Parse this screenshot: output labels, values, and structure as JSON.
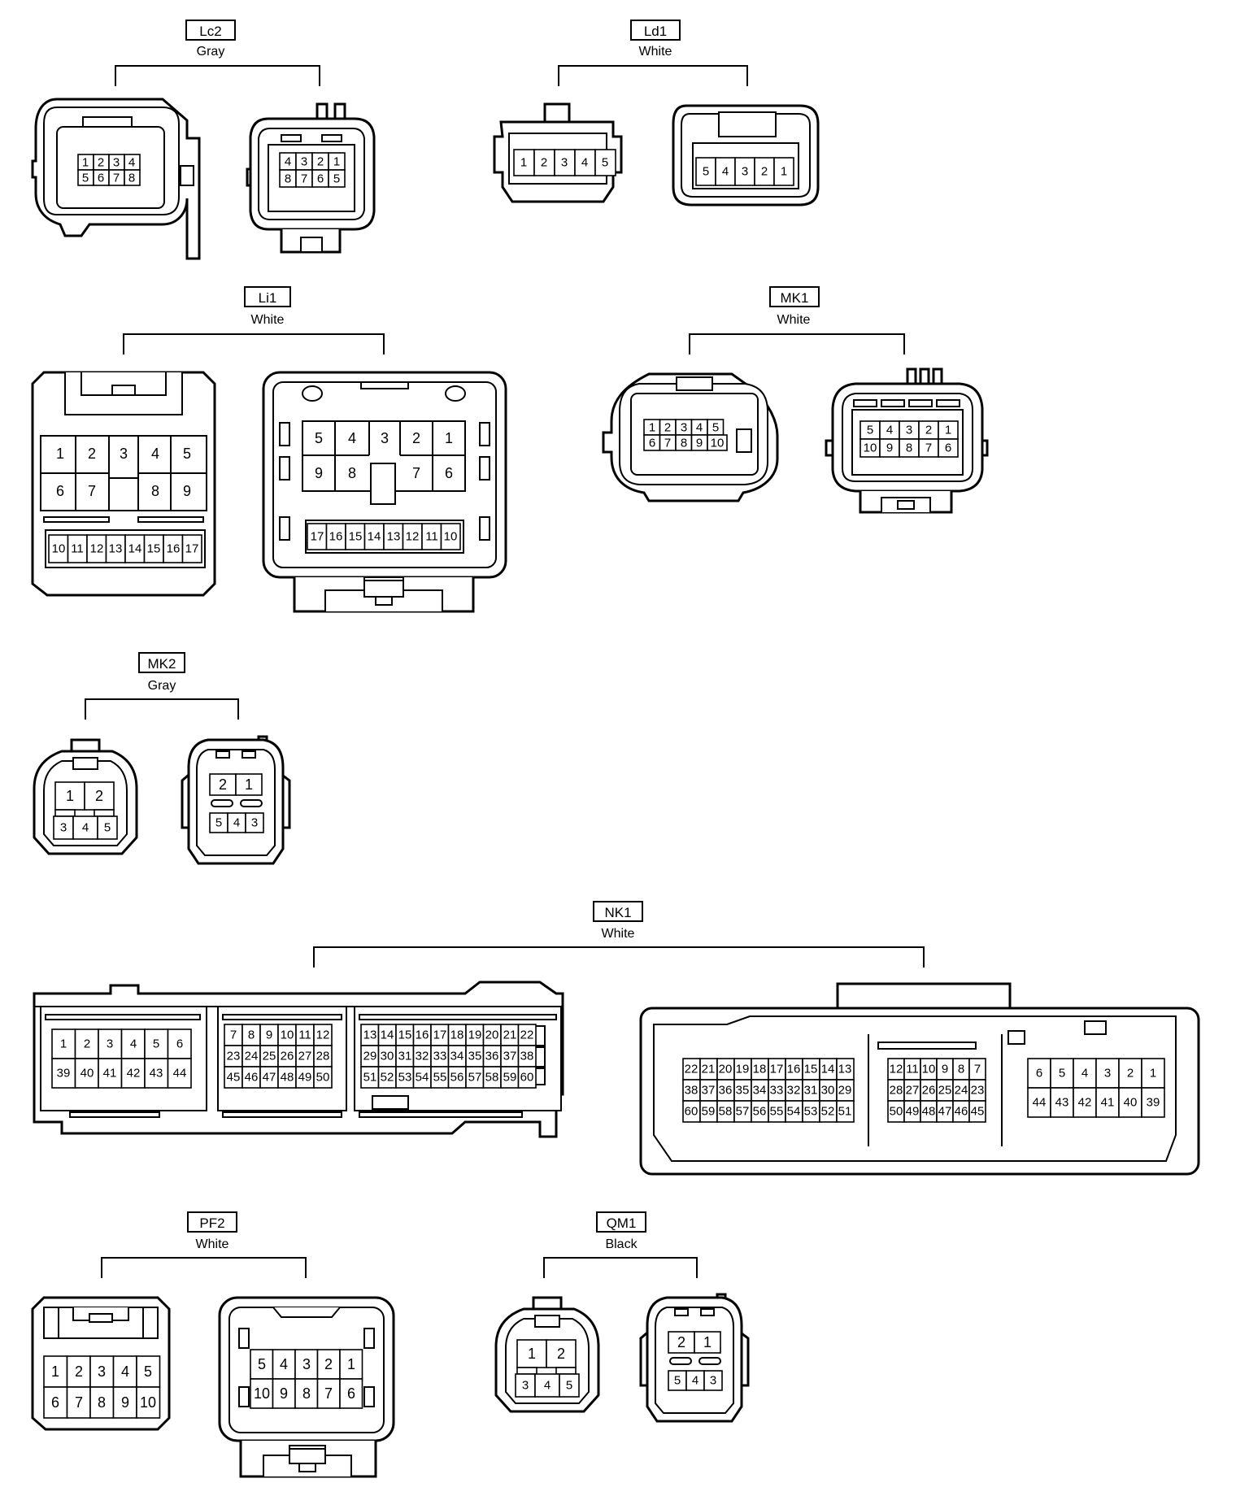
{
  "connectors": [
    {
      "id": "Lc2",
      "color": "Gray",
      "female": {
        "rows": [
          [
            "1",
            "2",
            "3",
            "4"
          ],
          [
            "5",
            "6",
            "7",
            "8"
          ]
        ]
      },
      "male": {
        "rows": [
          [
            "4",
            "3",
            "2",
            "1"
          ],
          [
            "8",
            "7",
            "6",
            "5"
          ]
        ]
      }
    },
    {
      "id": "Ld1",
      "color": "White",
      "female": {
        "rows": [
          [
            "1",
            "2",
            "3",
            "4",
            "5"
          ]
        ]
      },
      "male": {
        "rows": [
          [
            "5",
            "4",
            "3",
            "2",
            "1"
          ]
        ]
      }
    },
    {
      "id": "Li1",
      "color": "White",
      "female": {
        "rows": [
          [
            "1",
            "2",
            "3",
            "4",
            "5"
          ],
          [
            "6",
            "7",
            "",
            "8",
            "9"
          ]
        ],
        "bottom": [
          "10",
          "11",
          "12",
          "13",
          "14",
          "15",
          "16",
          "17"
        ]
      },
      "male": {
        "rows": [
          [
            "5",
            "4",
            "3",
            "2",
            "1"
          ],
          [
            "9",
            "8",
            "",
            "7",
            "6"
          ]
        ],
        "bottom": [
          "17",
          "16",
          "15",
          "14",
          "13",
          "12",
          "11",
          "10"
        ]
      }
    },
    {
      "id": "MK1",
      "color": "White",
      "female": {
        "rows": [
          [
            "1",
            "2",
            "3",
            "4",
            "5"
          ],
          [
            "6",
            "7",
            "8",
            "9",
            "10"
          ]
        ]
      },
      "male": {
        "rows": [
          [
            "5",
            "4",
            "3",
            "2",
            "1"
          ],
          [
            "10",
            "9",
            "8",
            "7",
            "6"
          ]
        ]
      }
    },
    {
      "id": "MK2",
      "color": "Gray",
      "female": {
        "top": [
          "1",
          "2"
        ],
        "bottom": [
          "3",
          "4",
          "5"
        ]
      },
      "male": {
        "top": [
          "2",
          "1"
        ],
        "bottom": [
          "5",
          "4",
          "3"
        ]
      }
    },
    {
      "id": "NK1",
      "color": "White",
      "female": {
        "left": [
          [
            "1",
            "2",
            "3",
            "4",
            "5",
            "6"
          ],
          [
            "39",
            "40",
            "41",
            "42",
            "43",
            "44"
          ]
        ],
        "mid": [
          [
            "7",
            "8",
            "9",
            "10",
            "11",
            "12"
          ],
          [
            "23",
            "24",
            "25",
            "26",
            "27",
            "28"
          ],
          [
            "45",
            "46",
            "47",
            "48",
            "49",
            "50"
          ]
        ],
        "right": [
          [
            "13",
            "14",
            "15",
            "16",
            "17",
            "18",
            "19",
            "20",
            "21",
            "22"
          ],
          [
            "29",
            "30",
            "31",
            "32",
            "33",
            "34",
            "35",
            "36",
            "37",
            "38"
          ],
          [
            "51",
            "52",
            "53",
            "54",
            "55",
            "56",
            "57",
            "58",
            "59",
            "60"
          ]
        ]
      },
      "male": {
        "left": [
          [
            "22",
            "21",
            "20",
            "19",
            "18",
            "17",
            "16",
            "15",
            "14",
            "13"
          ],
          [
            "38",
            "37",
            "36",
            "35",
            "34",
            "33",
            "32",
            "31",
            "30",
            "29"
          ],
          [
            "60",
            "59",
            "58",
            "57",
            "56",
            "55",
            "54",
            "53",
            "52",
            "51"
          ]
        ],
        "mid": [
          [
            "12",
            "11",
            "10",
            "9",
            "8",
            "7"
          ],
          [
            "28",
            "27",
            "26",
            "25",
            "24",
            "23"
          ],
          [
            "50",
            "49",
            "48",
            "47",
            "46",
            "45"
          ]
        ],
        "right": [
          [
            "6",
            "5",
            "4",
            "3",
            "2",
            "1"
          ],
          [
            "44",
            "43",
            "42",
            "41",
            "40",
            "39"
          ]
        ]
      }
    },
    {
      "id": "PF2",
      "color": "White",
      "female": {
        "rows": [
          [
            "1",
            "2",
            "3",
            "4",
            "5"
          ],
          [
            "6",
            "7",
            "8",
            "9",
            "10"
          ]
        ]
      },
      "male": {
        "rows": [
          [
            "5",
            "4",
            "3",
            "2",
            "1"
          ],
          [
            "10",
            "9",
            "8",
            "7",
            "6"
          ]
        ]
      }
    },
    {
      "id": "QM1",
      "color": "Black",
      "female": {
        "top": [
          "1",
          "2"
        ],
        "bottom": [
          "3",
          "4",
          "5"
        ]
      },
      "male": {
        "top": [
          "2",
          "1"
        ],
        "bottom": [
          "5",
          "4",
          "3"
        ]
      }
    }
  ]
}
